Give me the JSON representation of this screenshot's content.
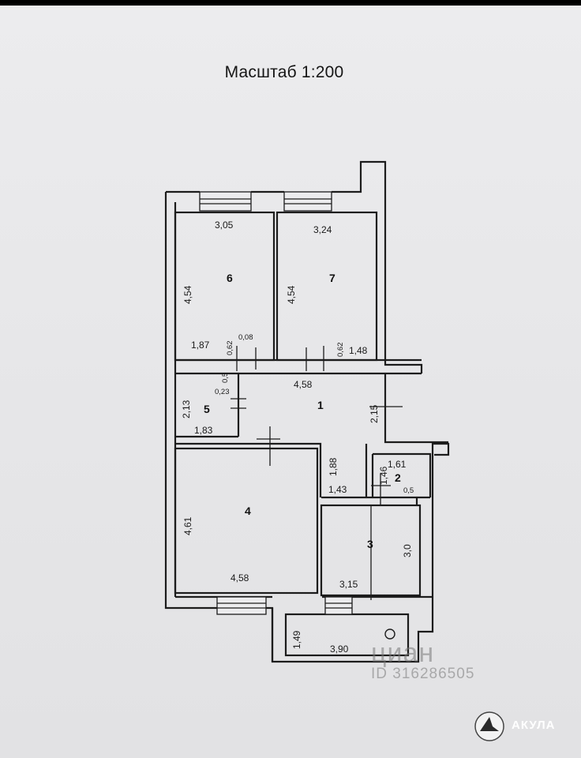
{
  "title": "Масштаб 1:200",
  "rooms": [
    {
      "num": "1",
      "dims": [
        "4,58",
        "2,15",
        "1,88"
      ]
    },
    {
      "num": "2",
      "dims": [
        "1,61",
        "1,46",
        "0,5"
      ]
    },
    {
      "num": "3",
      "dims": [
        "3,0",
        "3,15"
      ]
    },
    {
      "num": "4",
      "dims": [
        "4,61",
        "4,58"
      ]
    },
    {
      "num": "5",
      "dims": [
        "2,13",
        "1,83",
        "0,5",
        "0,23"
      ]
    },
    {
      "num": "6",
      "dims": [
        "3,05",
        "4,54",
        "1,87",
        "0,62",
        "0,08"
      ]
    },
    {
      "num": "7",
      "dims": [
        "3,24",
        "4,54",
        "0,62",
        "1,48"
      ]
    }
  ],
  "extra_dims": {
    "d_143": "1,43",
    "balcony_w": "3,90",
    "balcony_h": "1,49"
  },
  "watermark": {
    "brand": "циан",
    "id": "ID 316286505"
  },
  "logo": {
    "text": "АКУЛА"
  },
  "colors": {
    "wall": "#1c1c1c",
    "paper": "#ececee",
    "logo_bg": "#2a2a2a"
  }
}
